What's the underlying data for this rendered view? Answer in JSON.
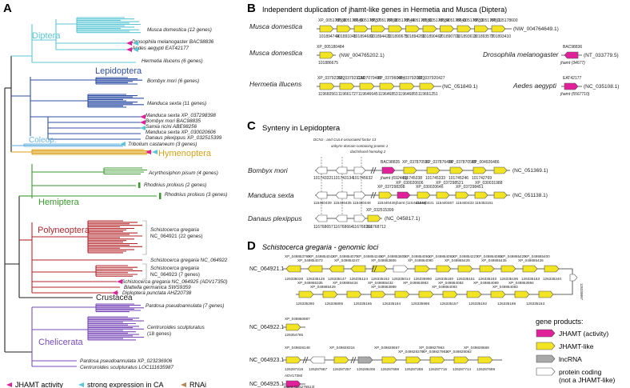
{
  "panels": {
    "A": "A",
    "B": "B",
    "C": "C",
    "D": "D"
  },
  "colors": {
    "diptera": "#5cc7d6",
    "lepidoptera": "#2f4fa5",
    "coleoptera": "#69b3e0",
    "hymenoptera": "#d9a21a",
    "hemiptera": "#3a9a2c",
    "polyneoptera": "#b3262a",
    "crustacea": "#222222",
    "chelicerata": "#7a4bb8",
    "jhamt": "#e0219a",
    "jhamt_like": "#f2e422",
    "lncrna": "#a9a9a9",
    "protein": "#ffffff",
    "gene_stroke": "#555555"
  },
  "tree": {
    "clades": {
      "diptera": "Diptera",
      "lepidoptera": "Lepidoptera",
      "coleoptera": "Coleop.",
      "hymenoptera": "Hymenoptera",
      "hemiptera": "Hemiptera",
      "polyneoptera": "Polyneoptera",
      "crustacea": "Crustacea",
      "chelicerata": "Chelicerata"
    },
    "leaves": {
      "musca": "Musca domestica (12 genes)",
      "dmel": "Drosophila melanogaster BAC98836",
      "aedes": "Aedes aegypti EAT42177",
      "hermetia": "Hermetia illucens (6 genes)",
      "bombyx": "Bombyx mori (6 genes)",
      "manduca": "Manduca sexta (11 genes)",
      "manduca2": "Manduca sexta XP_037298398",
      "bombyx2": "Bombyx mori BAC98835",
      "samia": "Samia ricini ABE98256",
      "manduca3": "Manduca sexta XP_030020606",
      "danaus": "Danaus plexippus XP_032515399",
      "tribolium": "Tribolium castaneum (3 genes)",
      "acyrtho": "Acyrthosiphon pisum (4 genes)",
      "rhodnius2": "Rhodnius prolixus (2 genes)",
      "rhodnius3": "Rhodnius prolixus (3 genes)",
      "schisto1a": "Schistocerca gregaria",
      "schisto1b": "NC_064921 (22 genes)",
      "schisto2": "Schistocerca gregaria NC_064922",
      "schisto3a": "Schistocerca gregaria",
      "schisto3b": "NC_064923 (7 genes)",
      "schisto4": "Schistocerca gregaria NC_064925 (ADV17350)",
      "blattella": "Blattella germanica SWS9359",
      "diploptera": "Diploptera punctata AHZ20738",
      "pardosa": "Pardosa pseudoannulata (7 genes)",
      "centr1a": "Centruroides sculpturatus",
      "centr1b": "(18 genes)",
      "pardosa2": "Pardosa pseudoannulata XP_023236906",
      "centr2": "Centruroides sculpturatus LOC111635987"
    },
    "legend": {
      "jhamt": "JHAMT activity",
      "ca": "strong expression in CA",
      "rnai": "RNAi"
    }
  },
  "panelB": {
    "title": "Independent duplication of jhamt-like genes in Hermetia and Musca (Diptera)",
    "musca1": {
      "species": "Musca domestica",
      "acc": "(NW_004764649.1)",
      "top": [
        "XP_005178568",
        "XP_005178649",
        "XP_005178657",
        "XP_005178668",
        "XP_005178544",
        "XP_005178580",
        "XP_005178584",
        "XP_005178643",
        "XP_005178653",
        "XP_005178661",
        "XP_005178600"
      ],
      "bottom": [
        "101894744",
        "101891045",
        "101894682",
        "101894420",
        "101890675",
        "101894289",
        "101890467",
        "101890701",
        "101893613",
        "101893577",
        "101893410"
      ]
    },
    "musca2": {
      "species": "Musca domestica",
      "acc": "(NW_004765202.1)",
      "top": "XP_005180484",
      "bottom": "101886675"
    },
    "dmel": {
      "species": "Drosophila melanogaster",
      "acc": "(NT_033779.5)",
      "top": "BAC98836",
      "bottom": "jhamt (34677)"
    },
    "hermetia": {
      "species": "Hermetia illucens",
      "acc": "(NC_051849.1)",
      "top": [
        "XP_037921532",
        "XP_037921128",
        "CAD7079469",
        "XP_037960484",
        "XP_037920313",
        "XP_037920427"
      ],
      "bottom": [
        "119660561",
        "119661727",
        "119646645",
        "119646853",
        "119646855",
        "119661251"
      ]
    },
    "aedes": {
      "species": "Aedes aegypti",
      "acc": "(NC_035108.1)",
      "top": "EAT42177",
      "bottom": "jhamt (5567710)"
    }
  },
  "panelC": {
    "title": "Synteny in Lepidoptera",
    "headers": [
      "DCN1-, and CUL4-associated factor 13",
      "ankyrin domain-containing protein 1",
      "dachshund homolog 2"
    ],
    "bombyx": {
      "species": "Bombyx mori",
      "acc": "(NC_051369.1)",
      "top": [
        "BAC98835",
        "XP_037870591",
        "XP_037876496",
        "XP_037870589",
        "XP_004926486"
      ],
      "bottom": [
        "101743321",
        "101743134",
        "101745632",
        "jhamt (692445)",
        "101745338",
        "101745333",
        "101745246",
        "101742769"
      ]
    },
    "manduca": {
      "species": "Manduca sexta",
      "acc": "(NC_051138.1)",
      "top": [
        "XP_037298398",
        "XP_030020606",
        "XP_030020646",
        "XP_037298521",
        "XP_037298451",
        "XP_030031988"
      ],
      "bottom": [
        "115440439",
        "115446435",
        "115440448",
        "115440446",
        "jhamt (115440444)",
        "115440441",
        "115440467",
        "115440433",
        "115453161"
      ]
    },
    "danaus": {
      "species": "Danaus plexippus",
      "acc": "(NC_045817.1)",
      "top": "XP_032515399",
      "bottom": [
        "116768657",
        "116768664",
        "116768261",
        "116768712"
      ]
    }
  },
  "panelD": {
    "title": "Schistocerca gregaria - genomic loci",
    "nc921": {
      "acc": "NC_064921.1",
      "row1_top": [
        "XP_049853798",
        "XP_049854042",
        "XP_049854070",
        "XP_049854248",
        "XP_049853805",
        "XP_049854091",
        "XP_049864092",
        "XP_049854227",
        "XP_049864088",
        "XP_049865429",
        "XP_049865400"
      ],
      "row1_mid": [
        "XP_049854073",
        "XP_049854247",
        "XP_049853806",
        "XP_049864090",
        "XP_049865428",
        "XP_049865435",
        "XP_049865426"
      ],
      "row1_bottom": [
        "126335028",
        "126335128",
        "126335147",
        "126335124",
        "126335162",
        "126335014",
        "126335990",
        "126335180",
        "126335151",
        "126335183",
        "126335196",
        "126335163",
        "126335240"
      ],
      "row2_top": [
        "XP_049865335",
        "XP_049865434",
        "XP_049865432",
        "XP_049863983",
        "XP_049864082",
        "XP_049864089",
        "XP_049863994"
      ],
      "row2_mid": [
        "XP_049865429",
        "XP_049863989",
        "XP_049864093",
        "XP_049864083"
      ],
      "row2_bottom": [
        "126335290",
        "126336806",
        "126335165",
        "126335164",
        "126335988",
        "126335157",
        "126335192",
        "126335189",
        "126335163"
      ],
      "side": "126335997"
    },
    "nc922": {
      "acc": "NC_064922.1",
      "top": "XP_049860987",
      "bottom": "126354766"
    },
    "nc923": {
      "acc": "NC_064923.1",
      "top": [
        "XP_049828148",
        "XP_049828316",
        "XP_049828657",
        "XP_049827963",
        "XP_049828669"
      ],
      "mid": [
        "XP_049828378",
        "XP_049827983",
        "XP_049828092"
      ],
      "bottom": [
        "126287218",
        "126287687",
        "126287297",
        "126286208",
        "126287698",
        "126287288",
        "126287715",
        "126287714",
        "126287699"
      ]
    },
    "nc925": {
      "acc": "NC_064925.1",
      "top": "ADV17350",
      "bottom": "jhamt (126278613)"
    },
    "legend": {
      "title": "gene products:",
      "jhamt": "JHAMT (activity)",
      "jhamt_like": "JHAMT-like",
      "lncrna": "lncRNA",
      "protein1": "protein coding",
      "protein2": "(not a JHAMT-like)"
    }
  }
}
